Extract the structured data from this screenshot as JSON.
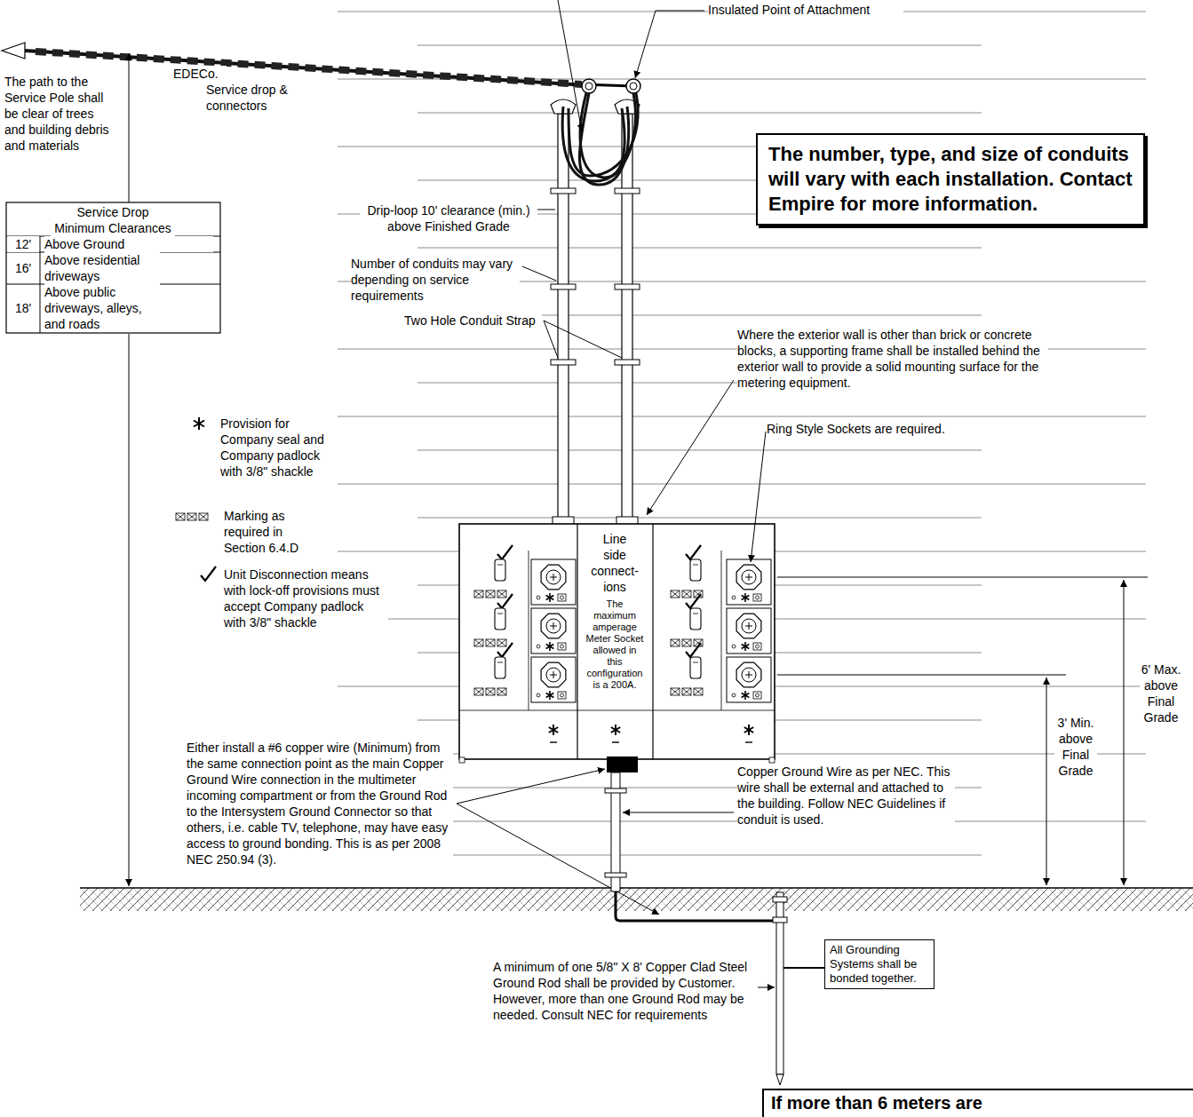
{
  "diagram": {
    "nodes": [
      {
        "text": [
          "The number, type, and size of conduits will vary with each installation. Contact Empire for more information."
        ]
      },
      {
        "text": [
          "Line side connect- ions",
          "The maximum amperage Meter Socket allowed in this configuration is a 200A."
        ]
      },
      {
        "text": [
          "All Grounding Systems shall be bonded together."
        ]
      },
      {
        "text": [
          "If more than 6 meters are"
        ]
      }
    ],
    "labels": [
      "Insulated Point of Attachment",
      "EDECo.",
      "Service drop & connectors",
      "The path to the Service Pole shall be clear of trees and building debris and materials",
      "Drip-loop 10' clearance (min.) above Finished Grade",
      "Service Drop Minimum Clearances",
      "12'",
      "Above Ground",
      "16'",
      "Above residential driveways",
      "18'",
      "Above public driveways, alleys, and roads",
      "Number of conduits may vary depending on service requirements",
      "Two Hole Conduit Strap",
      "Where the exterior wall is other than brick or concrete blocks, a supporting frame shall be installed behind the exterior wall to provide a solid mounting surface for the metering equipment.",
      "Ring Style Sockets are required.",
      "6' Max. above Final Grade",
      "3' Min. above Final Grade",
      "Either install a #6 copper wire (Minimum) from the same connection point as the main Copper Ground Wire connection in the multimeter incoming compartment or from the Ground Rod to the Intersystem Ground Connector so that others, i.e. cable TV, telephone, may have easy access to ground bonding. This is as per 2008 NEC 250.94 (3).",
      "Copper Ground Wire as per NEC. This wire shall be external and attached to the building. Follow NEC Guidelines if conduit is used.",
      "A minimum of one 5/8\" X 8' Copper Clad Steel Ground Rod shall be provided by Customer. However, more than one Ground Rod may be needed. Consult NEC for requirements"
    ],
    "legend": [
      {
        "text": "Provision for Company seal and Company padlock with 3/8\" shackle"
      },
      {
        "text": "Marking as required in Section 6.4.D"
      },
      {
        "text": "Unit Disconnection means with lock-off provisions must accept Company padlock with 3/8\" shackle"
      }
    ]
  }
}
